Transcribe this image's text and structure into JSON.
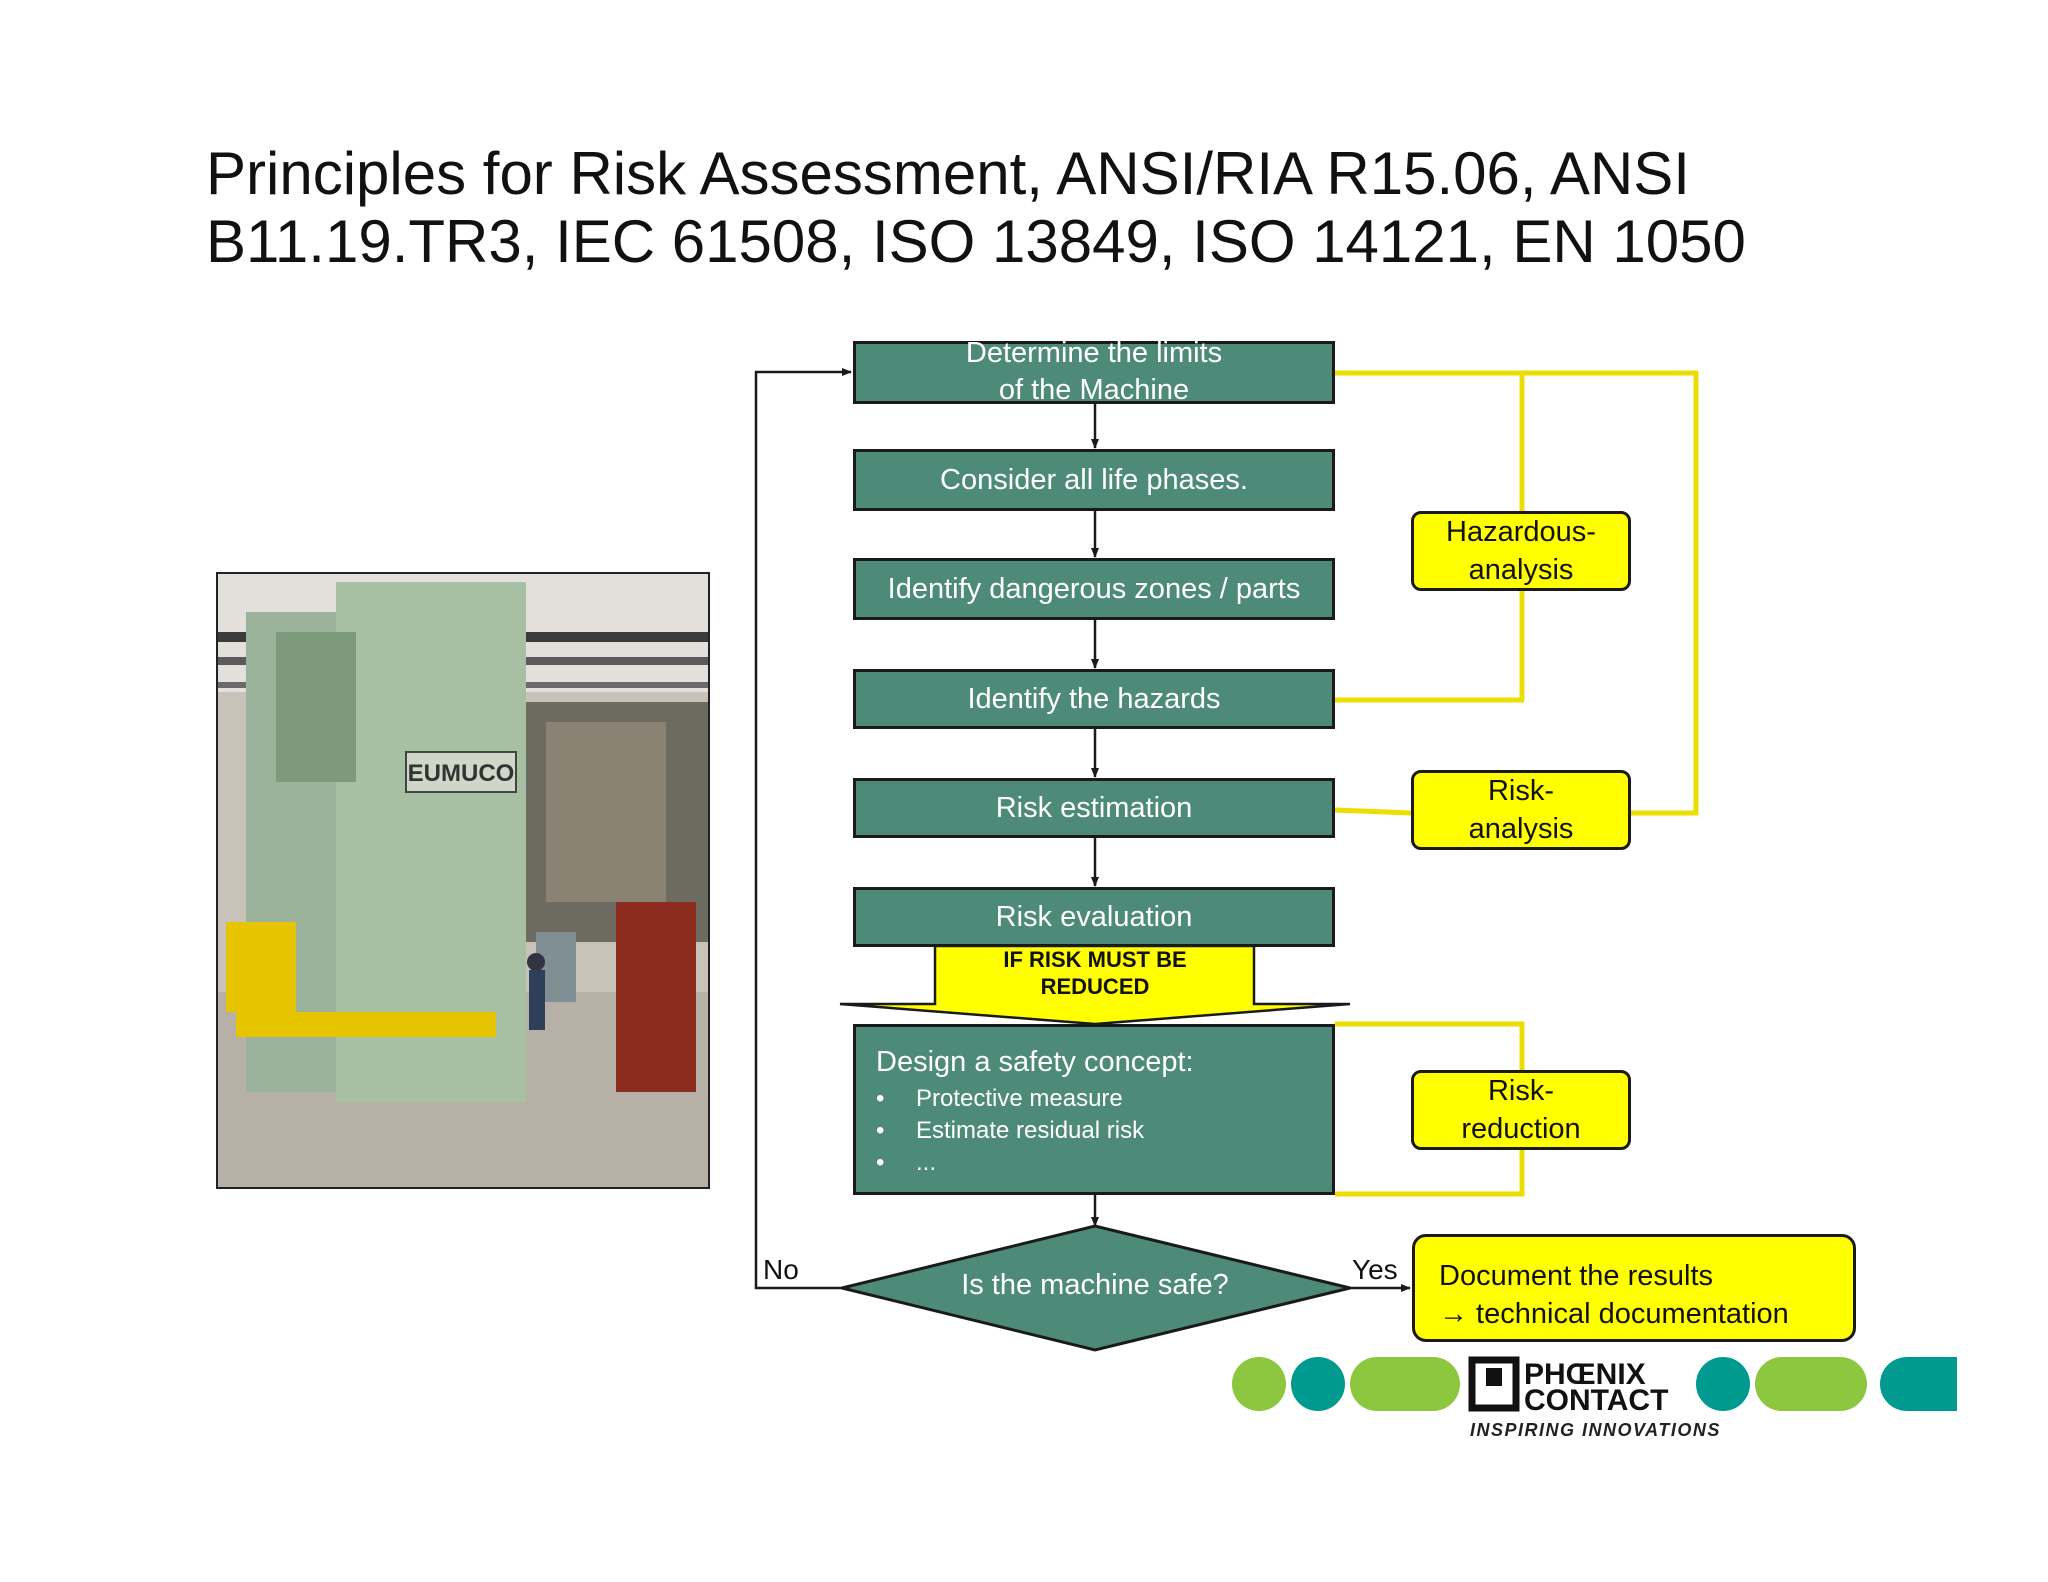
{
  "title": {
    "line1": "Principles for Risk Assessment, ANSI/RIA R15.06, ANSI",
    "line2": "B11.19.TR3, IEC 61508, ISO 13849, ISO 14121, EN 1050"
  },
  "photo": {
    "sign_text": "EUMUCO"
  },
  "flow": {
    "step1_line1": "Determine the limits",
    "step1_line2": "of the Machine",
    "step2": "Consider all life phases.",
    "step3": "Identify dangerous zones / parts",
    "step4": "Identify the hazards",
    "step5": "Risk estimation",
    "step6": "Risk evaluation",
    "reduce_line1": "IF RISK MUST BE",
    "reduce_line2": "REDUCED",
    "design_heading": "Design a safety concept:",
    "design_items": [
      "Protective measure",
      "Estimate residual risk",
      "..."
    ],
    "decision": "Is the machine safe?",
    "no_label": "No",
    "yes_label": "Yes",
    "doc_line1": "Document the results",
    "doc_line2": "→ technical documentation"
  },
  "side": {
    "hazard_line1": "Hazardous-",
    "hazard_line2": "analysis",
    "riskan_line1": "Risk-",
    "riskan_line2": "analysis",
    "riskred_line1": "Risk-",
    "riskred_line2": "reduction"
  },
  "brand": {
    "name_line1": "PHŒNIX",
    "name_line2": "CONTACT",
    "tagline": "INSPIRING INNOVATIONS",
    "green": "#8dc63f",
    "teal": "#009a8e"
  },
  "colors": {
    "box_fill": "#4d8a77",
    "highlight": "#ffff00",
    "connector": "#f2e600"
  }
}
